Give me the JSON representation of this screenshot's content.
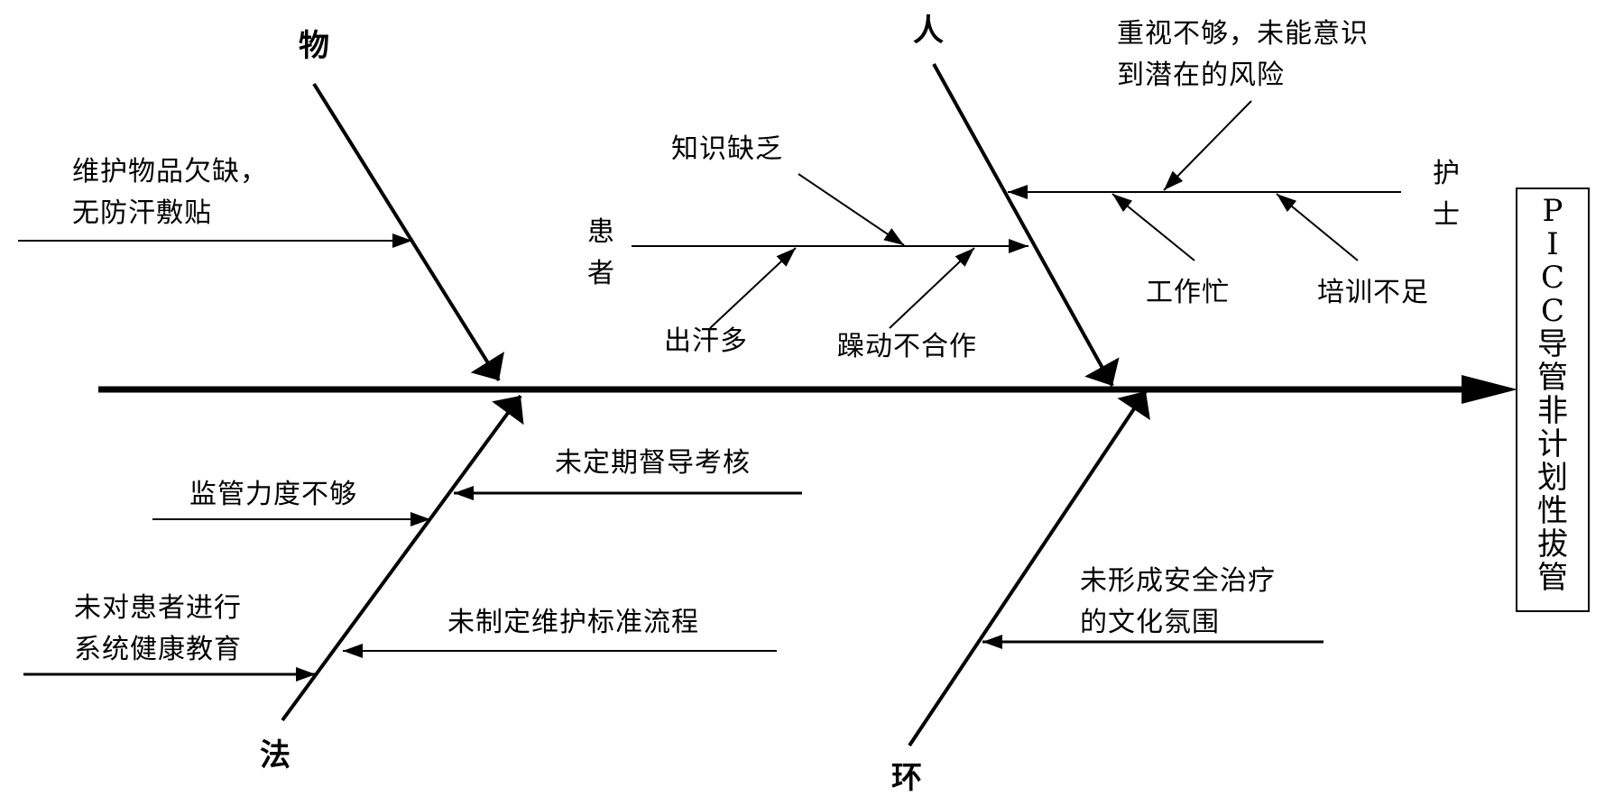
{
  "diagram_type": "fishbone",
  "effect": {
    "label": "PICC导管非计划性拔管",
    "chars": [
      "P",
      "I",
      "C",
      "C",
      "导",
      "管",
      "非",
      "计",
      "划",
      "性",
      "拔",
      "管"
    ]
  },
  "categories": {
    "material": {
      "label": "物",
      "causes": [
        {
          "lines": [
            "维护物品欠缺，",
            "无防汗敷贴"
          ]
        }
      ]
    },
    "people": {
      "label": "人",
      "sub_branches": {
        "patient": {
          "label_chars": [
            "患",
            "者"
          ],
          "causes": [
            "知识缺乏",
            "出汗多",
            "躁动不合作"
          ]
        },
        "nurse": {
          "label_chars": [
            "护",
            "士"
          ],
          "causes": [
            {
              "lines": [
                "重视不够，未能意识",
                "到潜在的风险"
              ]
            },
            {
              "lines": [
                "工作忙"
              ]
            },
            {
              "lines": [
                "培训不足"
              ]
            }
          ]
        }
      }
    },
    "method": {
      "label": "法",
      "causes": [
        {
          "lines": [
            "未定期督导考核"
          ]
        },
        {
          "lines": [
            "监管力度不够"
          ]
        },
        {
          "lines": [
            "未制定维护标准流程"
          ]
        },
        {
          "lines": [
            "未对患者进行",
            "系统健康教育"
          ]
        }
      ]
    },
    "environment": {
      "label": "环",
      "causes": [
        {
          "lines": [
            "未形成安全治疗",
            "的文化氛围"
          ]
        }
      ]
    }
  },
  "colors": {
    "stroke": "#000000",
    "background": "#ffffff"
  }
}
